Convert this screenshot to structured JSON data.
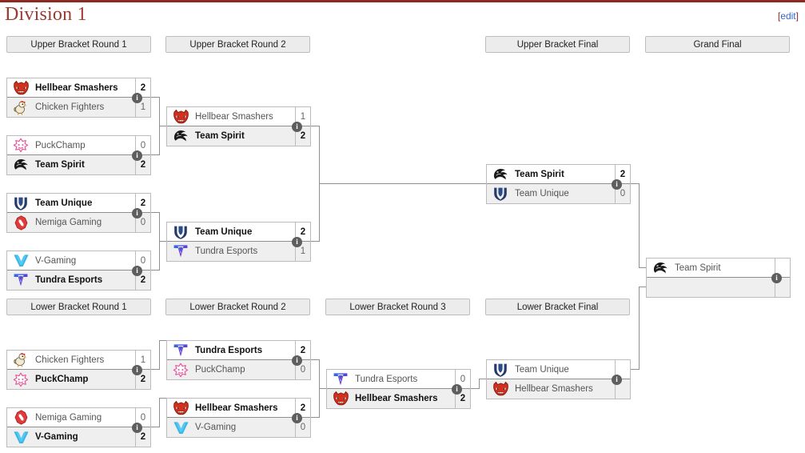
{
  "page": {
    "title": "Division 1",
    "edit_open": "[",
    "edit_label": "edit",
    "edit_close": "]",
    "accent_color": "#8a2a20",
    "link_color": "#3366cc"
  },
  "round_headers": [
    {
      "label": "Upper Bracket Round 1"
    },
    {
      "label": "Upper Bracket Round 2"
    },
    {
      "label": "Upper Bracket Final"
    },
    {
      "label": "Grand Final"
    },
    {
      "label": "Lower Bracket Round 1"
    },
    {
      "label": "Lower Bracket Round 2"
    },
    {
      "label": "Lower Bracket Round 3"
    },
    {
      "label": "Lower Bracket Final"
    }
  ],
  "info_badge_label": "i",
  "matches": [
    {
      "id": "ubr1-m1",
      "top": {
        "team": "Hellbear Smashers",
        "score": "2",
        "winner": true,
        "logo": "hellbear"
      },
      "bottom": {
        "team": "Chicken Fighters",
        "score": "1",
        "winner": false,
        "logo": "chicken"
      }
    },
    {
      "id": "ubr1-m2",
      "top": {
        "team": "PuckChamp",
        "score": "0",
        "winner": false,
        "logo": "puckchamp"
      },
      "bottom": {
        "team": "Team Spirit",
        "score": "2",
        "winner": true,
        "logo": "spirit"
      }
    },
    {
      "id": "ubr1-m3",
      "top": {
        "team": "Team Unique",
        "score": "2",
        "winner": true,
        "logo": "unique"
      },
      "bottom": {
        "team": "Nemiga Gaming",
        "score": "0",
        "winner": false,
        "logo": "nemiga"
      }
    },
    {
      "id": "ubr1-m4",
      "top": {
        "team": "V-Gaming",
        "score": "0",
        "winner": false,
        "logo": "vgaming"
      },
      "bottom": {
        "team": "Tundra Esports",
        "score": "2",
        "winner": true,
        "logo": "tundra"
      }
    },
    {
      "id": "ubr2-m1",
      "top": {
        "team": "Hellbear Smashers",
        "score": "1",
        "winner": false,
        "logo": "hellbear"
      },
      "bottom": {
        "team": "Team Spirit",
        "score": "2",
        "winner": true,
        "logo": "spirit"
      }
    },
    {
      "id": "ubr2-m2",
      "top": {
        "team": "Team Unique",
        "score": "2",
        "winner": true,
        "logo": "unique"
      },
      "bottom": {
        "team": "Tundra Esports",
        "score": "1",
        "winner": false,
        "logo": "tundra"
      }
    },
    {
      "id": "ubf",
      "top": {
        "team": "Team Spirit",
        "score": "2",
        "winner": true,
        "logo": "spirit"
      },
      "bottom": {
        "team": "Team Unique",
        "score": "0",
        "winner": false,
        "logo": "unique"
      }
    },
    {
      "id": "grand-final",
      "top": {
        "team": "Team Spirit",
        "score": "",
        "winner": false,
        "logo": "spirit"
      },
      "bottom": {
        "team": "",
        "score": "",
        "winner": false,
        "logo": "none"
      }
    },
    {
      "id": "lbr1-m1",
      "top": {
        "team": "Chicken Fighters",
        "score": "1",
        "winner": false,
        "logo": "chicken"
      },
      "bottom": {
        "team": "PuckChamp",
        "score": "2",
        "winner": true,
        "logo": "puckchamp"
      }
    },
    {
      "id": "lbr1-m2",
      "top": {
        "team": "Nemiga Gaming",
        "score": "0",
        "winner": false,
        "logo": "nemiga"
      },
      "bottom": {
        "team": "V-Gaming",
        "score": "2",
        "winner": true,
        "logo": "vgaming"
      }
    },
    {
      "id": "lbr2-m1",
      "top": {
        "team": "Tundra Esports",
        "score": "2",
        "winner": true,
        "logo": "tundra"
      },
      "bottom": {
        "team": "PuckChamp",
        "score": "0",
        "winner": false,
        "logo": "puckchamp"
      }
    },
    {
      "id": "lbr2-m2",
      "top": {
        "team": "Hellbear Smashers",
        "score": "2",
        "winner": true,
        "logo": "hellbear"
      },
      "bottom": {
        "team": "V-Gaming",
        "score": "0",
        "winner": false,
        "logo": "vgaming"
      }
    },
    {
      "id": "lbr3",
      "top": {
        "team": "Tundra Esports",
        "score": "0",
        "winner": false,
        "logo": "tundra"
      },
      "bottom": {
        "team": "Hellbear Smashers",
        "score": "2",
        "winner": true,
        "logo": "hellbear"
      }
    },
    {
      "id": "lbf",
      "top": {
        "team": "Team Unique",
        "score": "",
        "winner": false,
        "logo": "unique"
      },
      "bottom": {
        "team": "Hellbear Smashers",
        "score": "",
        "winner": false,
        "logo": "hellbear"
      }
    }
  ]
}
